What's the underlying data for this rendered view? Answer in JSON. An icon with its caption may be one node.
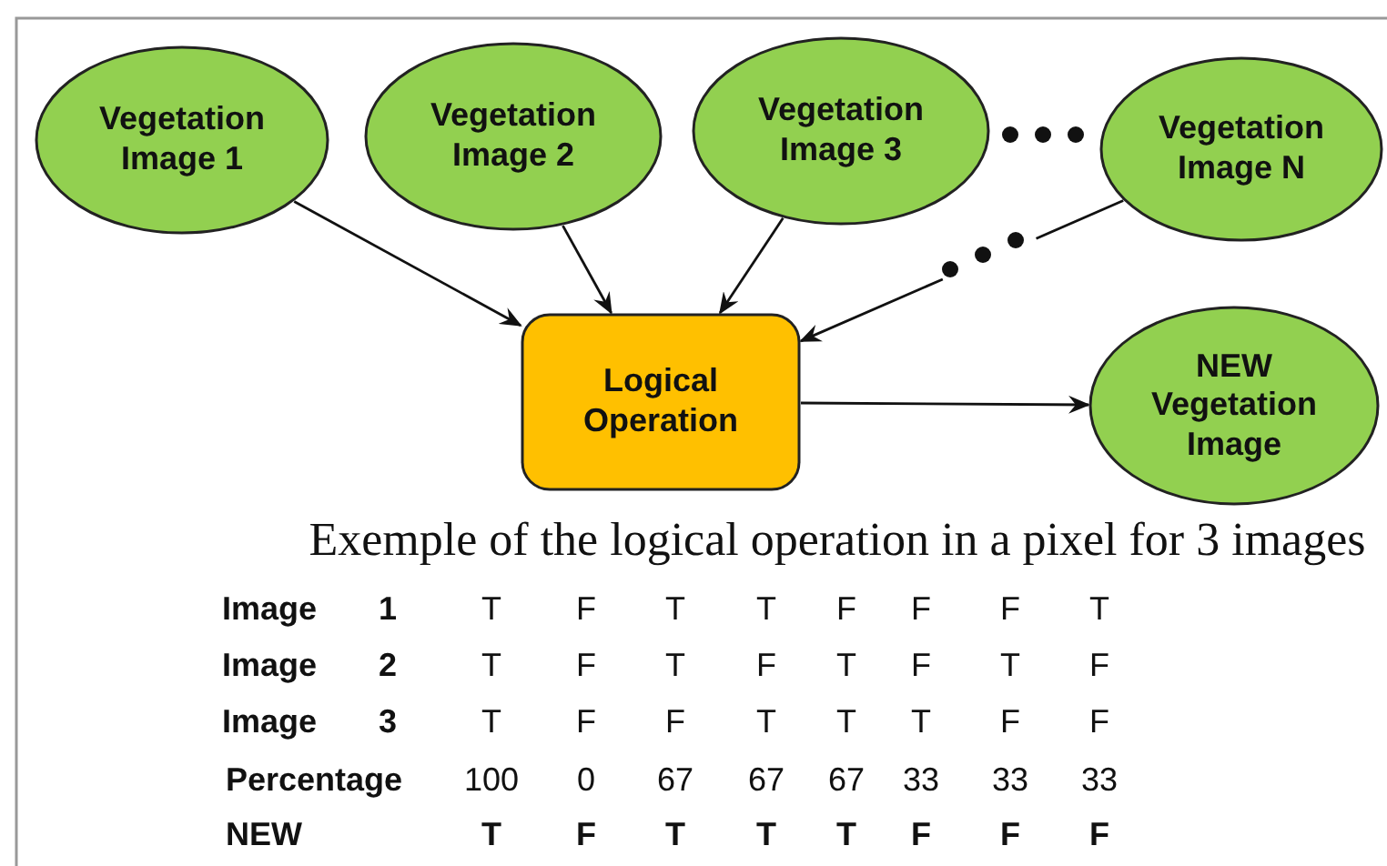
{
  "diagram": {
    "nodes": [
      {
        "text": [
          "Vegetation Image 1"
        ]
      },
      {
        "text": [
          "Vegetation Image 2"
        ]
      },
      {
        "text": [
          "Vegetation Image 3"
        ]
      },
      {
        "text": [
          "Vegetation Image N"
        ]
      },
      {
        "text": [
          "Logical Operation"
        ]
      },
      {
        "text": [
          "NEW Vegetation Image"
        ]
      }
    ],
    "edges": [
      {
        "from": 0,
        "to": 4,
        "arrow": "to"
      },
      {
        "from": 1,
        "to": 4,
        "arrow": "to"
      },
      {
        "from": 2,
        "to": 4,
        "arrow": "to"
      },
      {
        "from": 3,
        "to": 4,
        "arrow": "to",
        "style": "dashed"
      },
      {
        "from": 4,
        "to": 5,
        "arrow": "to"
      }
    ],
    "labels": [
      "Exemple of the logical operation in a pixel for 3 images",
      "Image",
      "1",
      "T",
      "F",
      "T",
      "T",
      "F",
      "F",
      "F",
      "T",
      "Image",
      "2",
      "T",
      "F",
      "T",
      "F",
      "T",
      "F",
      "T",
      "F",
      "Image",
      "3",
      "T",
      "F",
      "F",
      "T",
      "T",
      "T",
      "F",
      "F",
      "Percentage",
      "100",
      "0",
      "67",
      "67",
      "67",
      "33",
      "33",
      "33",
      "NEW",
      "T",
      "F",
      "T",
      "T",
      "T",
      "F",
      "F",
      "F"
    ]
  }
}
